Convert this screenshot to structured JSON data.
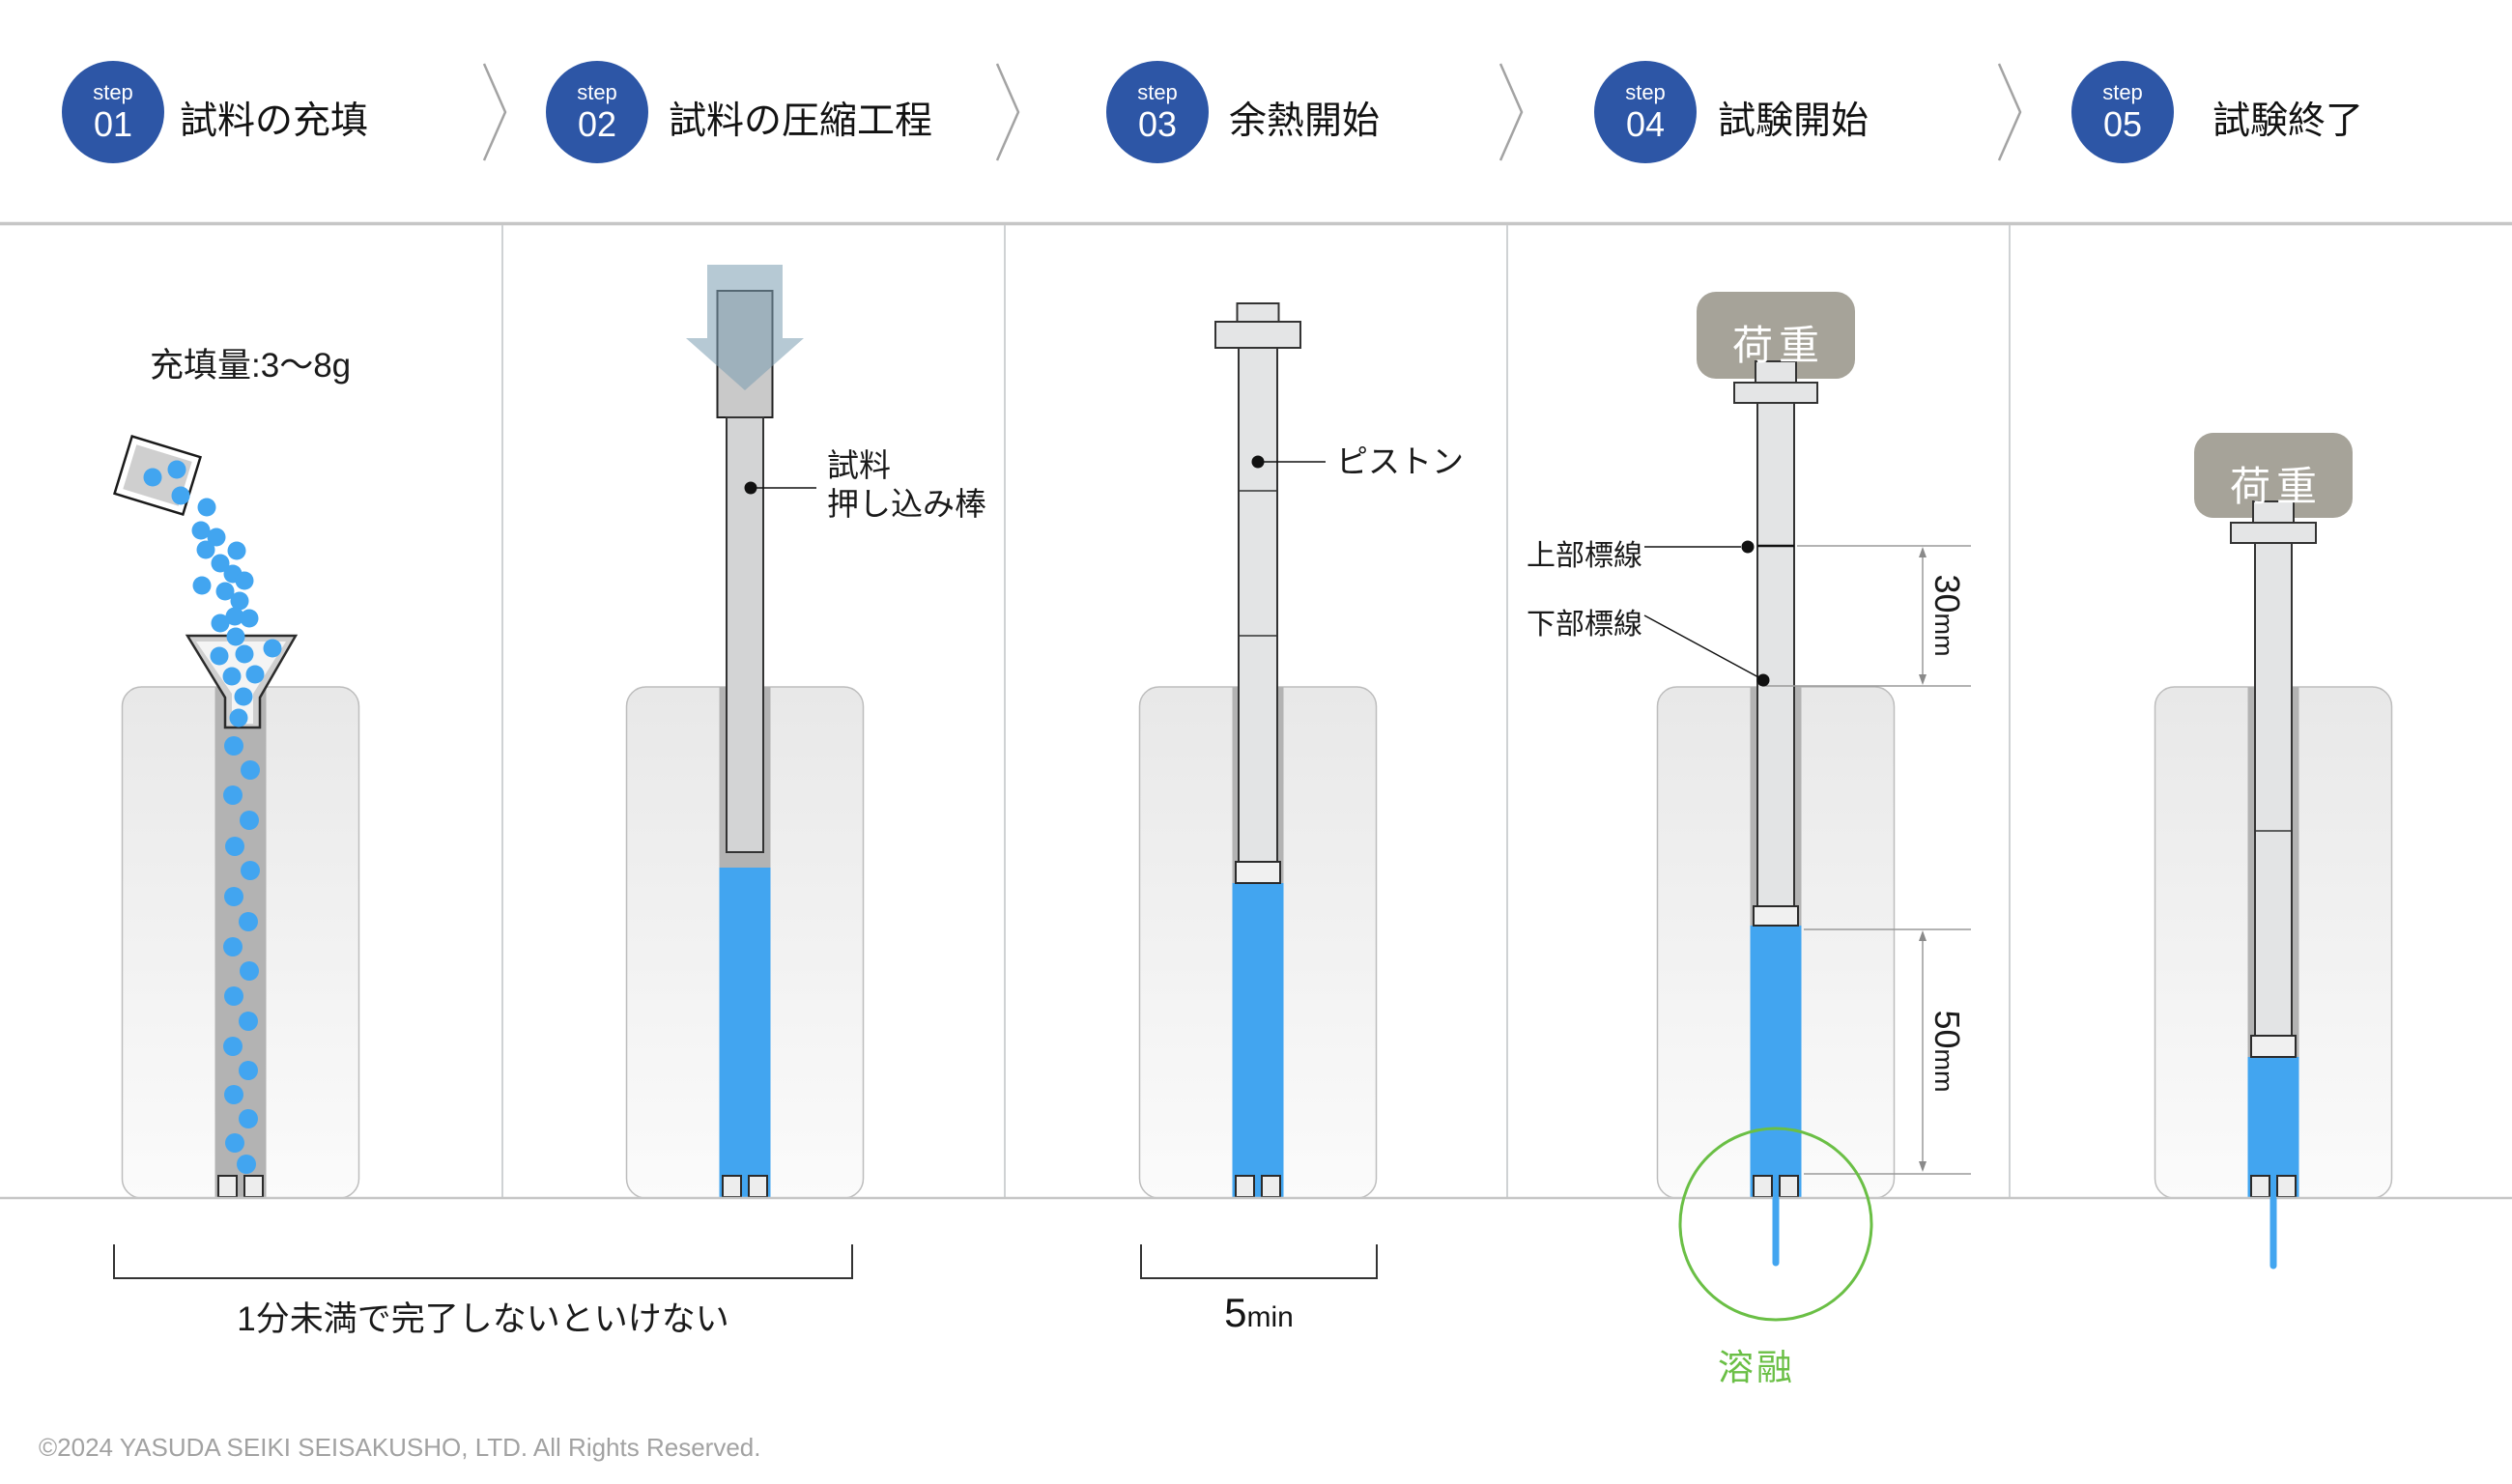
{
  "steps": [
    {
      "badge": "step",
      "num": "01",
      "title": "試料の充填"
    },
    {
      "badge": "step",
      "num": "02",
      "title": "試料の圧縮工程"
    },
    {
      "badge": "step",
      "num": "03",
      "title": "余熱開始"
    },
    {
      "badge": "step",
      "num": "04",
      "title": "試験開始"
    },
    {
      "badge": "step",
      "num": "05",
      "title": "試験終了"
    }
  ],
  "panel1": {
    "fill_amount_note": "充填量:3〜8g"
  },
  "panel2": {
    "rod_label_line1": "試料",
    "rod_label_line2": "押し込み棒"
  },
  "panel3": {
    "piston_label": "ピストン",
    "duration_num": "5",
    "duration_unit": "min"
  },
  "panel4": {
    "load_label": "荷重",
    "upper_mark_label": "上部標線",
    "lower_mark_label": "下部標線",
    "dim_upper_num": "30",
    "dim_upper_unit": "mm",
    "dim_lower_num": "50",
    "dim_lower_unit": "mm",
    "melt_label": "溶融"
  },
  "panel5": {
    "load_label": "荷重"
  },
  "notes": {
    "fill_time": "1分未満で完了しないといけない"
  },
  "footer": {
    "copyright": "©2024 YASUDA SEIKI SEISAKUSHO, LTD. All Rights Reserved."
  },
  "colors": {
    "accent": "#2d56a6",
    "blue": "#42a5f0",
    "green": "#6abf45",
    "load": "#a6a399"
  }
}
